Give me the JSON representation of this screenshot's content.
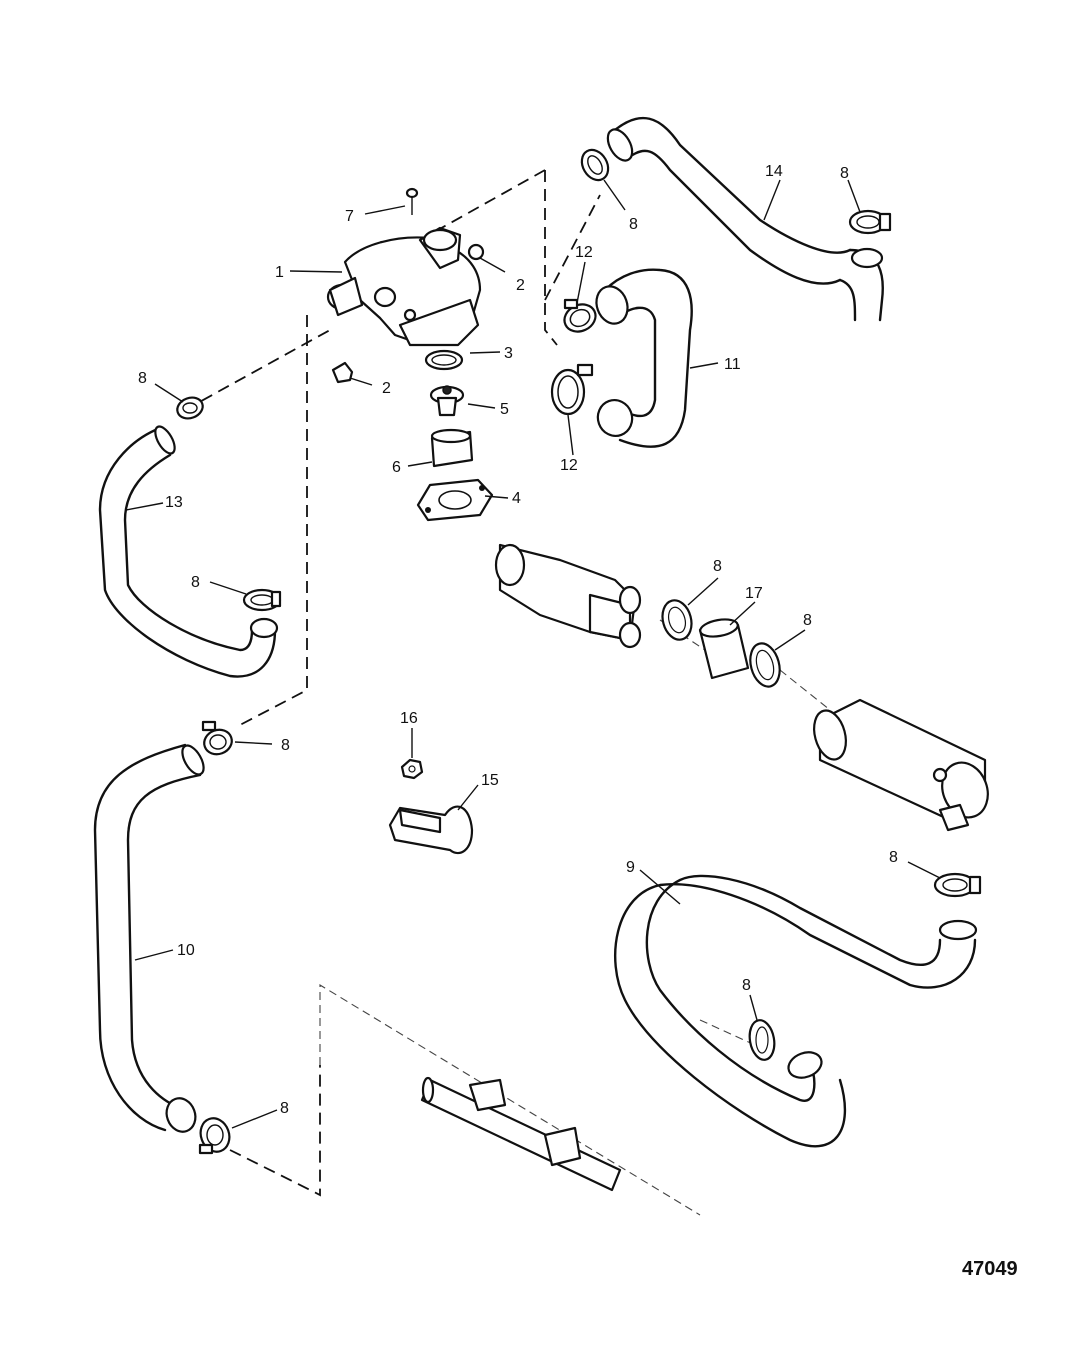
{
  "figure_number": "47049",
  "callouts": {
    "c1": "1",
    "c2a": "2",
    "c2b": "2",
    "c3": "3",
    "c4": "4",
    "c5": "5",
    "c6": "6",
    "c7": "7",
    "c8_top": "8",
    "c8_right_top": "8",
    "c8_left": "8",
    "c8_left_lower": "8",
    "c8_mid": "8",
    "c8_mid2": "8",
    "c8_lower_left": "8",
    "c8_right_mid": "8",
    "c8_right_low": "8",
    "c8_bottom": "8",
    "c9": "9",
    "c10": "10",
    "c11": "11",
    "c12a": "12",
    "c12b": "12",
    "c13": "13",
    "c14": "14",
    "c15": "15",
    "c16": "16",
    "c17": "17"
  }
}
